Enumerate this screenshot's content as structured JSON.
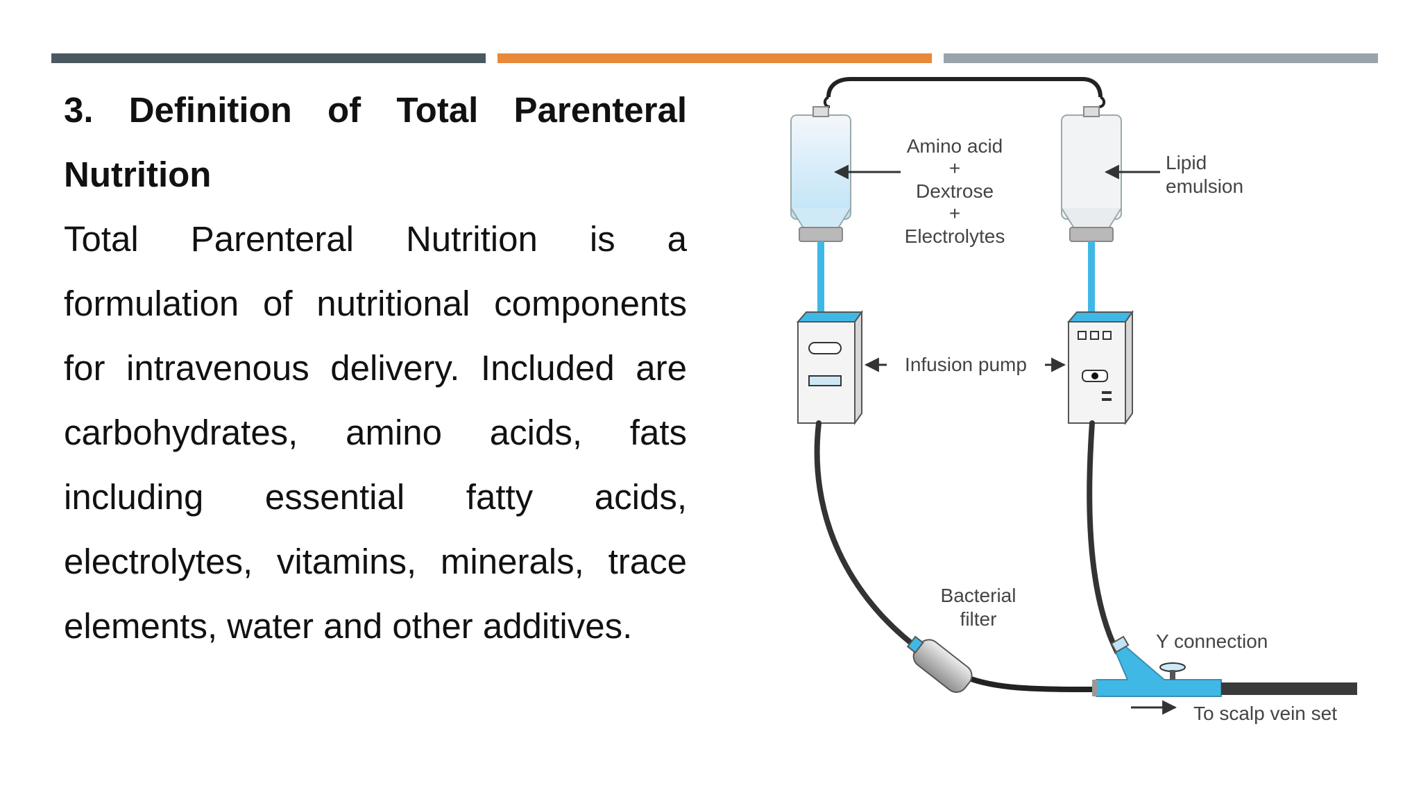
{
  "slide": {
    "heading": "3. Definition of Total Parenteral Nutrition",
    "body": "Total Parenteral Nutrition is a formulation of nutritional components for intravenous delivery. Included are carbohydrates, amino acids, fats including essential fatty acids, electrolytes, vitamins, minerals, trace elements, water and other additives."
  },
  "colors": {
    "bar_dark": "#4a5860",
    "bar_orange": "#e8893a",
    "bar_gray": "#9aa3ab",
    "fluid_blue": "#3fb8e6"
  },
  "diagram": {
    "labels": {
      "amino_acid": "Amino acid",
      "plus_1": "+",
      "dextrose": "Dextrose",
      "plus_2": "+",
      "electrolytes": "Electrolytes",
      "lipid_1": "Lipid",
      "lipid_2": "emulsion",
      "infusion_pump": "Infusion pump",
      "bacterial_1": "Bacterial",
      "bacterial_2": "filter",
      "y_connection": "Y connection",
      "scalp_vein": "To scalp vein set"
    }
  }
}
